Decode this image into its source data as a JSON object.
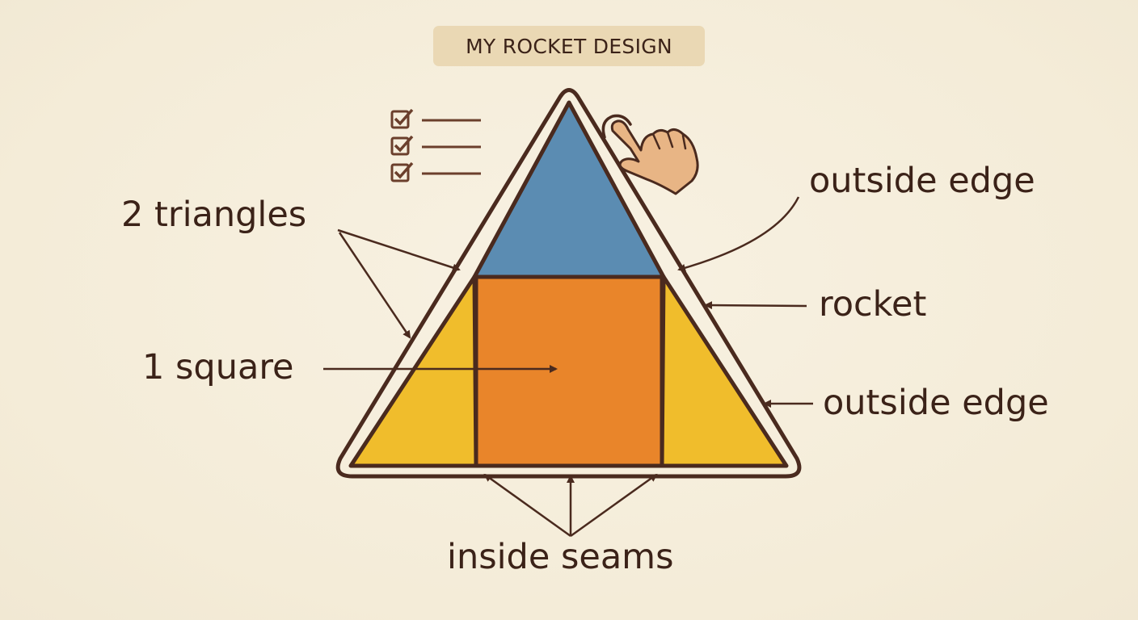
{
  "title": "MY ROCKET DESIGN",
  "labels": {
    "triangles": "2 triangles",
    "square": "1 square",
    "outside_edge_top": "outside edge",
    "rocket": "rocket",
    "outside_edge_bottom": "outside edge",
    "inside_seams": "inside seams"
  },
  "colors": {
    "background": "#f4ecd8",
    "outline": "#4a2a1e",
    "top_triangle": "#5b8cb2",
    "square": "#e9852a",
    "side_triangles": "#f0bd2c",
    "hand": "#e8b585",
    "title_pill": "#ead8b4"
  },
  "icons": [
    "checklist-icon",
    "pointing-hand-icon"
  ]
}
